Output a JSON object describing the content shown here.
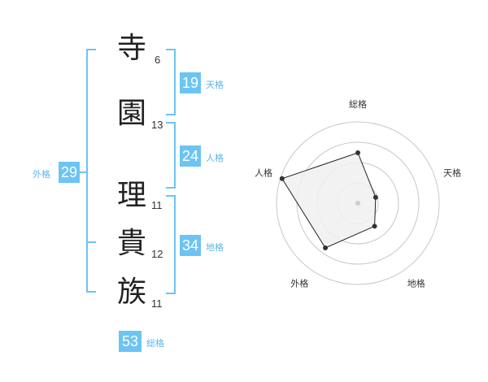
{
  "characters": [
    {
      "char": "寺",
      "strokes": "6"
    },
    {
      "char": "園",
      "strokes": "13"
    },
    {
      "char": "理",
      "strokes": "11"
    },
    {
      "char": "貴",
      "strokes": "12"
    },
    {
      "char": "族",
      "strokes": "11"
    }
  ],
  "kaku": {
    "tenkaku": {
      "value": "19",
      "label": "天格"
    },
    "jinkaku": {
      "value": "24",
      "label": "人格"
    },
    "chikaku": {
      "value": "34",
      "label": "地格"
    },
    "gaikaku": {
      "value": "29",
      "label": "外格"
    },
    "soukaku": {
      "value": "53",
      "label": "総格"
    }
  },
  "radar": {
    "axes": [
      "総格",
      "天格",
      "地格",
      "外格",
      "人格"
    ],
    "rings": 4,
    "values": [
      0.62,
      0.23,
      0.35,
      0.68,
      0.98
    ],
    "colors": {
      "fill": "#f0f0f0",
      "stroke": "#222222",
      "ring": "#c8c8c8",
      "point": "#333333",
      "center": "#cccccc"
    }
  }
}
